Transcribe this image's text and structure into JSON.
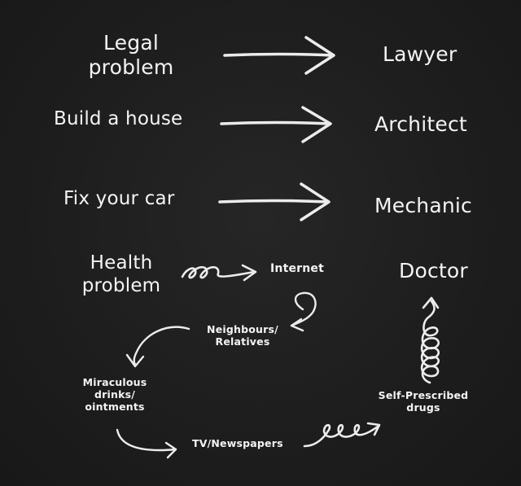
{
  "rows": [
    {
      "problem": "Legal\nproblem",
      "professional": "Lawyer"
    },
    {
      "problem": "Build a house",
      "professional": "Architect"
    },
    {
      "problem": "Fix your car",
      "professional": "Mechanic"
    }
  ],
  "health": {
    "problem": "Health\nproblem",
    "internet": "Internet",
    "neighbours": "Neighbours/\nRelatives",
    "miraculous": "Miraculous\ndrinks/\nointments",
    "tv": "TV/Newspapers",
    "self_prescribed": "Self-Prescribed\ndrugs",
    "doctor": "Doctor"
  },
  "icons": {
    "straight_arrow": "long-arrow-icon",
    "loopy_arrow": "squiggle-arrow-icon",
    "curved_arrow": "curved-arrow-icon",
    "spiral_arrow": "spiral-arrow-icon"
  },
  "colors": {
    "background": "#1c1c1c",
    "ink": "#f2f2f2"
  }
}
